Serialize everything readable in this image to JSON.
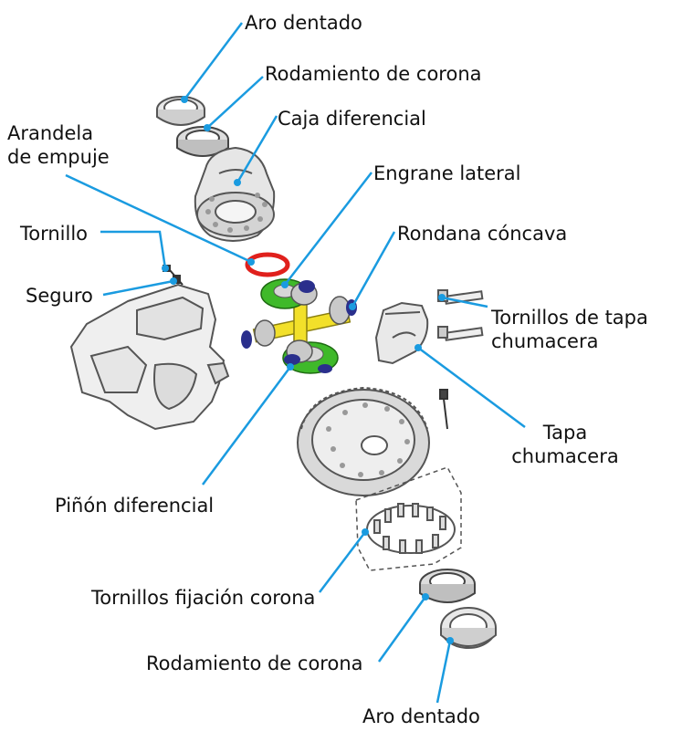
{
  "labels": {
    "aro_dentado_top": "Aro dentado",
    "rodamiento_corona_top": "Rodamiento de corona",
    "caja_diferencial": "Caja diferencial",
    "arandela_line1": "Arandela",
    "arandela_line2": "de empuje",
    "engrane_lateral": "Engrane lateral",
    "tornillo": "Tornillo",
    "rondana_concava": "Rondana cóncava",
    "seguro": "Seguro",
    "tornillos_tapa_line1": "Tornillos de tapa",
    "tornillos_tapa_line2": "chumacera",
    "tapa_line1": "Tapa",
    "tapa_line2": "chumacera",
    "pinon_diferencial": "Piñón diferencial",
    "tornillos_fijacion": "Tornillos fijación corona",
    "rodamiento_corona_bottom": "Rodamiento de corona",
    "aro_dentado_bottom": "Aro dentado"
  },
  "colors": {
    "leader_line": "#1a9be0",
    "thrust_washer": "#e0201c",
    "side_gear": "#3fb92a",
    "pinion_shaft": "#f2e02a",
    "concave_washer": "#2a2f8c",
    "part_outline": "#555555"
  }
}
